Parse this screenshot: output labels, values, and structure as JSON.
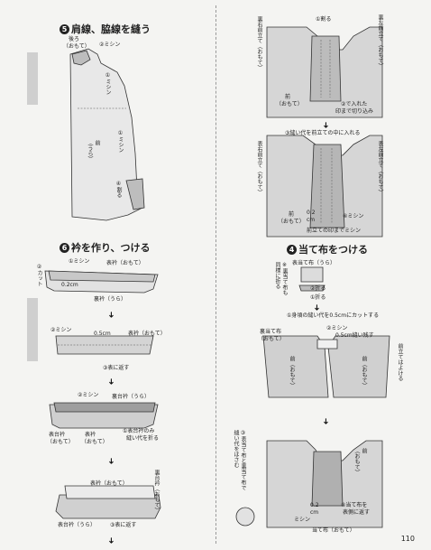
{
  "left": {
    "step5_num": "5",
    "step5_title": "肩線、脇線を縫う",
    "back_label": "後ろ",
    "back_omote": "（おもて）",
    "mishin2": "②ミシン",
    "mishin1": "①ミシン",
    "front_label": "前",
    "front_ura": "（うら）",
    "wari": "④割る",
    "step6_num": "6",
    "step6_title": "衿を作り、つける",
    "e_mishin1": "①ミシン",
    "e_omoteeri": "表衿（おもて）",
    "e_cut": "②カット",
    "e_02": "0.2cm",
    "e_uraeri": "裏衿（うら）",
    "f_mishin2": "②ミシン",
    "f_05": "0.5cm",
    "f_omoteeri": "表衿（おもて）",
    "f_ura": "③表に返す",
    "g_mishin": "②ミシン",
    "g_uradaieri": "裏台衿（うら）",
    "g_omotedai": "表台衿",
    "g_omotedai2": "（おもて）",
    "g_omote": "表衿",
    "g_omote2": "（おもて）",
    "g_fold": "①表台衿のみ",
    "g_fold2": "縫い代を折る",
    "h_omote": "表衿（おもて）",
    "h_uradai": "裏台衿（おもて）",
    "h_omotedai": "表台衿（うら）",
    "h_kaesu": "③表に返す"
  },
  "right": {
    "a_left": "裏右前立て（おもて）",
    "a_wari": "①割る",
    "a_right": "裏左前立て（おもて）",
    "a_front": "前",
    "a_omote": "（おもて）",
    "a_cut": "②で入れた",
    "a_cut2": "印まで切り込み",
    "b_label": "③縫い代を前立ての中に入れる",
    "b_left": "表右前立て（おもて）",
    "b_right": "表左前立て（おもて）",
    "b_front": "前",
    "b_omote": "（おもて）",
    "b_02": "0.2",
    "b_cm": "cm",
    "b_mishin": "④ミシン",
    "b_mae": "前立ての印までミシン",
    "step4_num": "4",
    "step4_title": "当て布をつける",
    "c_fold_lr": "※裏当て布も",
    "c_fold_lr2": "同様に折る",
    "c_atedome": "表当て布（うら）",
    "c_fold2": "②折る",
    "c_fold1": "①折る",
    "d_label": "①身頃の縫い代を0.5cmにカットする",
    "d_uraate": "裏当て布",
    "d_omote": "（おもて）",
    "d_mishin": "②ミシン",
    "d_nokosu": "0.5cm縫い残す",
    "d_front_l": "前（おもて）",
    "d_front_r": "前（おもて）",
    "d_maedate": "前立てはよける",
    "e_note": "③表当て布と裏当て布で",
    "e_note2": "縫い代をはさむ",
    "e_front": "前",
    "e_omote": "（おもて）",
    "e_02": "0.2",
    "e_cm": "cm",
    "e_mishin": "ミシン",
    "e_turn": "④当て布を",
    "e_turn2": "表側に返す",
    "e_omoteate": "当て布（おもて）"
  },
  "page_number": "110"
}
